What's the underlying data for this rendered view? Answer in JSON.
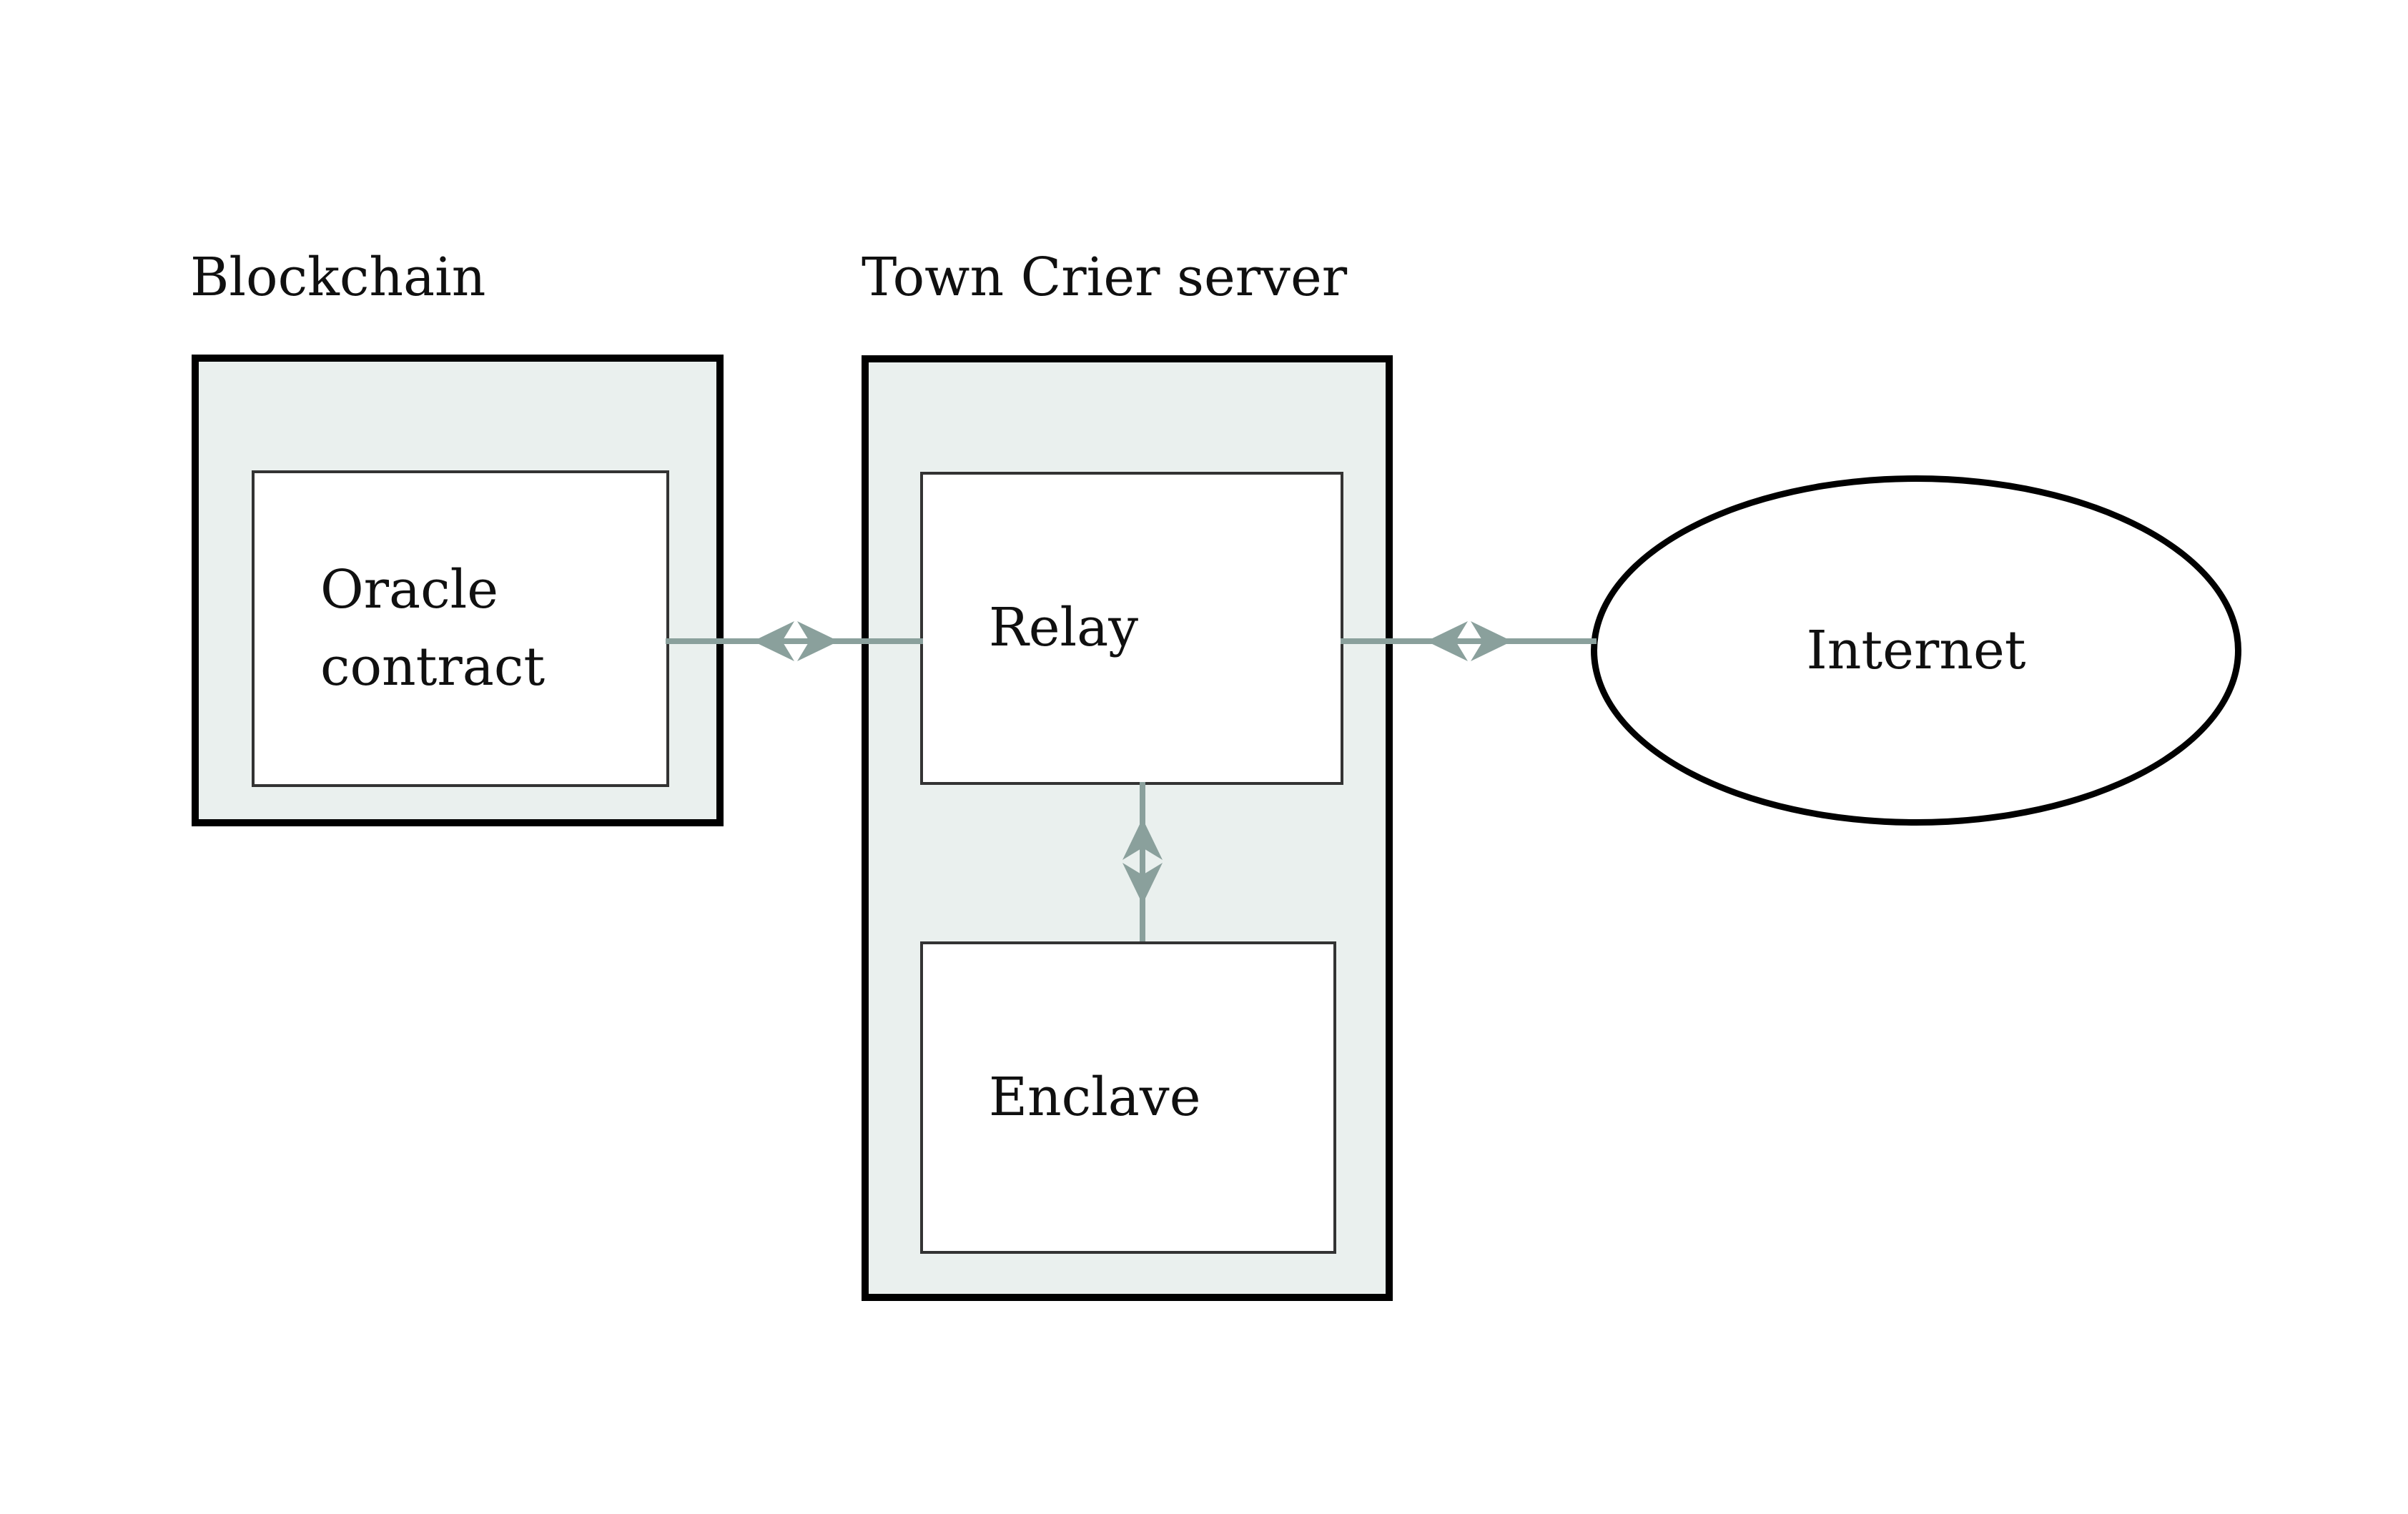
{
  "diagram": {
    "blockchain": {
      "label": "Blockchain",
      "oracle_contract": {
        "label": "Oracle contract"
      }
    },
    "town_crier": {
      "label": "Town Crier server",
      "relay": {
        "label": "Relay"
      },
      "enclave": {
        "label": "Enclave"
      }
    },
    "internet": {
      "label": "Internet"
    },
    "connections": [
      {
        "from": "Oracle contract",
        "to": "Relay",
        "type": "bidirectional"
      },
      {
        "from": "Relay",
        "to": "Internet",
        "type": "bidirectional"
      },
      {
        "from": "Relay",
        "to": "Enclave",
        "type": "bidirectional"
      }
    ]
  },
  "colors": {
    "arrow": "#8aa09c",
    "container_fill": "#eaf0ee",
    "container_border": "#000000",
    "inner_border": "#333333",
    "background": "#ffffff",
    "text": "#101010"
  }
}
